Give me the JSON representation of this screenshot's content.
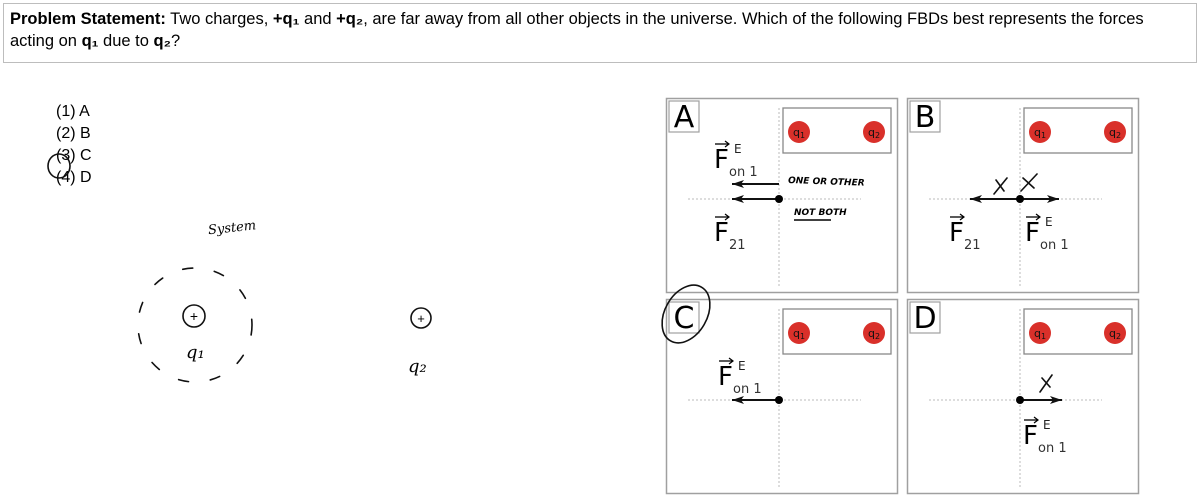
{
  "problem": {
    "label": "Problem Statement:",
    "text_before": " Two charges, ",
    "q1": "+q₁",
    "and": " and ",
    "q2": "+q₂",
    "text_mid": ", are far away from all other objects in the universe.  Which of the following FBDs best represents the forces acting on ",
    "q1b": "q₁",
    "due_to": " due to ",
    "q2b": "q₂",
    "end": "?"
  },
  "options": [
    {
      "num": "(1)",
      "letter": "A"
    },
    {
      "num": "(2)",
      "letter": "B"
    },
    {
      "num": "(3)",
      "letter": "C",
      "circled": true
    },
    {
      "num": "(4)",
      "letter": "D"
    }
  ],
  "sketch": {
    "system_label": "System",
    "charge1": "+",
    "q1_label": "q₁",
    "charge2": "+",
    "q2_label": "q₂"
  },
  "panels": [
    {
      "label": "A",
      "q1": "q1",
      "q2": "q2",
      "forces": [
        {
          "name": "F",
          "sup": "E",
          "sub": "on 1",
          "dir": "left",
          "pos": "above"
        },
        {
          "name": "F",
          "sup": "",
          "sub": "21",
          "dir": "left",
          "pos": "below"
        }
      ],
      "annotation": [
        "ONE OR OTHER",
        "NOT BOTH"
      ]
    },
    {
      "label": "B",
      "q1": "q1",
      "q2": "q2",
      "forces": [
        {
          "name": "F",
          "sup": "",
          "sub": "21",
          "dir": "left"
        },
        {
          "name": "F",
          "sup": "E",
          "sub": "on 1",
          "dir": "right"
        }
      ],
      "annotation": [
        "X X"
      ]
    },
    {
      "label": "C",
      "q1": "q1",
      "q2": "q2",
      "forces": [
        {
          "name": "F",
          "sup": "E",
          "sub": "on 1",
          "dir": "left"
        }
      ],
      "circled": true
    },
    {
      "label": "D",
      "q1": "q1",
      "q2": "q2",
      "forces": [
        {
          "name": "F",
          "sup": "E",
          "sub": "on 1",
          "dir": "right"
        }
      ],
      "annotation": [
        "X"
      ]
    }
  ],
  "colors": {
    "charge": "#d9302a",
    "border": "#a0a0a0"
  }
}
